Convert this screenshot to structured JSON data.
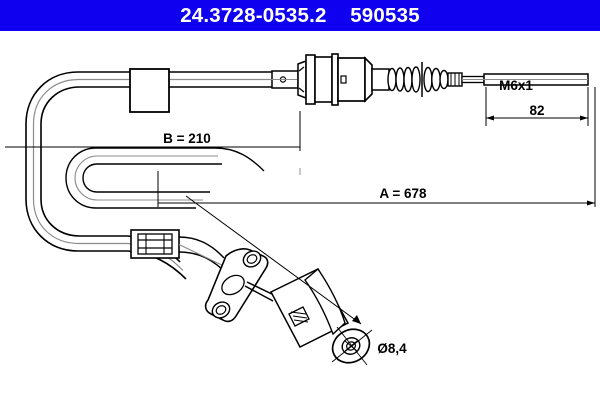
{
  "header": {
    "part_number": "24.3728-0535.2",
    "reference_number": "590535",
    "title": "24.3728-0535.2    590535",
    "background_color": "#1000f0",
    "text_color": "#ffffff"
  },
  "drawing": {
    "subject": "clutch cable assembly",
    "line_color": "#000000",
    "background_color": "#ffffff",
    "annotations": {
      "length_b": "B = 210",
      "length_a": "A = 678",
      "thread": "M6x1",
      "thread_length": "82",
      "eyelet_diameter": "Ø8,4"
    },
    "icons": {
      "cable": "cable-sheath",
      "clamp": "rectangular-clamp-block",
      "ferrule": "cable-ferrule-sleeve",
      "cylinder": "clutch-slave-cylinder-body",
      "bellows": "rubber-bellows-boot",
      "rod": "threaded-rod-end",
      "bracket": "mounting-bracket-plate",
      "eyelet": "eyelet-end-fitting"
    }
  },
  "chart_data": {
    "type": "table",
    "title": "24.3728-0535.2    590535",
    "categories": [
      "A",
      "B",
      "Thread",
      "Thread length",
      "Eyelet bore"
    ],
    "values": [
      "678",
      "210",
      "M6x1",
      "82",
      "Ø8,4"
    ]
  }
}
